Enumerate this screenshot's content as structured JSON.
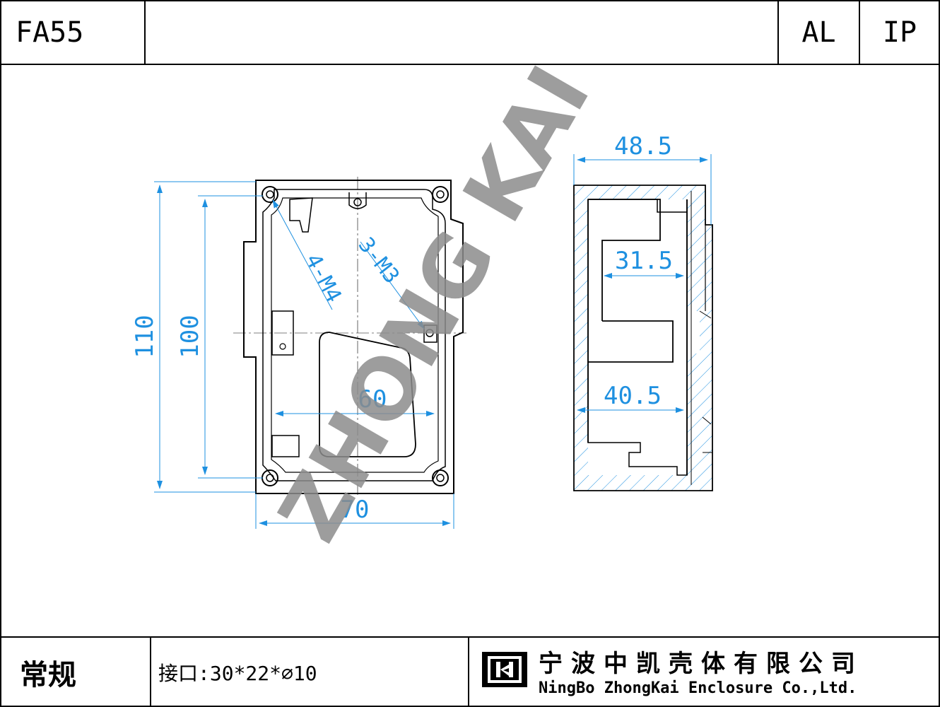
{
  "header": {
    "model": "FA55",
    "material": "AL",
    "rating": "IP"
  },
  "dimensions": {
    "total_height": "110",
    "inner_height": "100",
    "width": "70",
    "inner_width": "60",
    "hole_4": "4-M4",
    "hole_3": "3-M3",
    "depth_total": "48.5",
    "depth_upper": "31.5",
    "depth_lower": "40.5"
  },
  "watermark": "ZHONG KAI",
  "footer": {
    "type": "常规",
    "port": "接口:30*22*⌀10",
    "company_cn": "宁波中凯壳体有限公司",
    "company_en": "NingBo ZhongKai Enclosure Co.,Ltd."
  },
  "colors": {
    "dimension": "#1e90e0",
    "outline": "#000000",
    "watermark": "#8c8c8c"
  }
}
